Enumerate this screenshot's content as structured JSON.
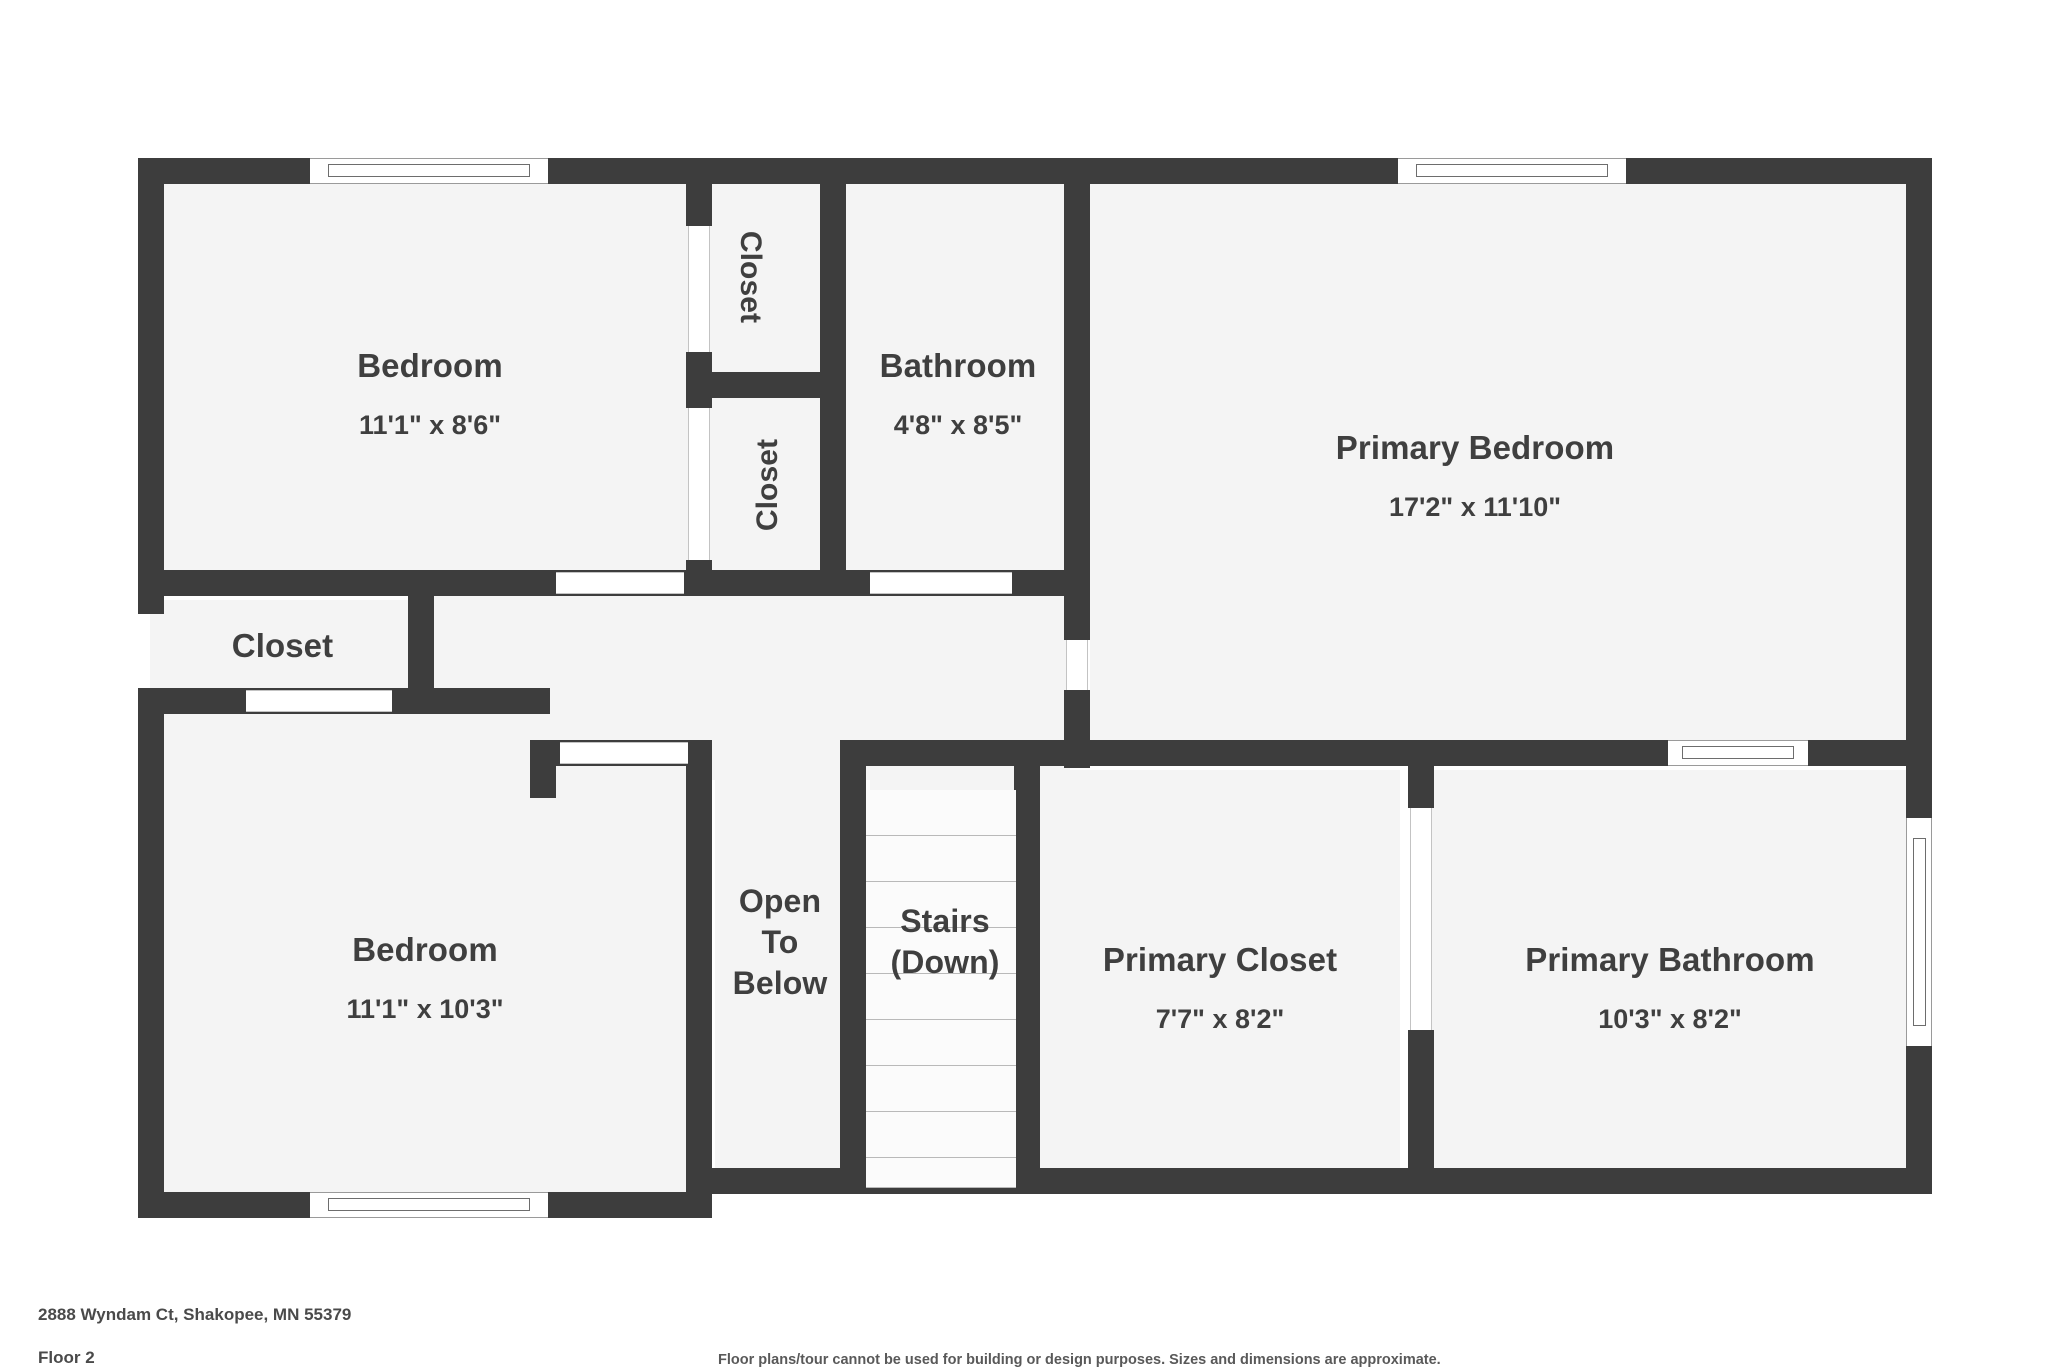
{
  "document": {
    "type": "floor-plan",
    "address": "2888 Wyndam Ct, Shakopee, MN 55379",
    "floor_label": "Floor 2",
    "disclaimer": "Floor plans/tour cannot be used for building or design purposes. Sizes and dimensions are approximate."
  },
  "colors": {
    "wall": "#3d3d3d",
    "room_fill": "#f4f4f4",
    "text": "#3f3f3f",
    "background": "#ffffff",
    "window": "#ffffff"
  },
  "rooms": [
    {
      "id": "bedroom_top_left",
      "name": "Bedroom",
      "dims": "11'1\" x 8'6\""
    },
    {
      "id": "closet_upper",
      "name": "Closet",
      "dims": ""
    },
    {
      "id": "closet_lower",
      "name": "Closet",
      "dims": ""
    },
    {
      "id": "bathroom",
      "name": "Bathroom",
      "dims": "4'8\" x 8'5\""
    },
    {
      "id": "primary_bedroom",
      "name": "Primary Bedroom",
      "dims": "17'2\" x 11'10\""
    },
    {
      "id": "closet_hall",
      "name": "Closet",
      "dims": ""
    },
    {
      "id": "bedroom_bottom_left",
      "name": "Bedroom",
      "dims": "11'1\" x 10'3\""
    },
    {
      "id": "open_to_below",
      "name": "Open\nTo\nBelow",
      "dims": ""
    },
    {
      "id": "stairs",
      "name": "Stairs\n(Down)",
      "dims": ""
    },
    {
      "id": "primary_closet",
      "name": "Primary Closet",
      "dims": "7'7\" x 8'2\""
    },
    {
      "id": "primary_bathroom",
      "name": "Primary Bathroom",
      "dims": "10'3\" x 8'2\""
    }
  ],
  "labels": {
    "bedroom_top_left_name": "Bedroom",
    "bedroom_top_left_dims": "11'1\" x 8'6\"",
    "closet_upper_name": "Closet",
    "closet_lower_name": "Closet",
    "bathroom_name": "Bathroom",
    "bathroom_dims": "4'8\" x 8'5\"",
    "primary_bedroom_name": "Primary Bedroom",
    "primary_bedroom_dims": "17'2\" x 11'10\"",
    "closet_hall_name": "Closet",
    "bedroom_bottom_left_name": "Bedroom",
    "bedroom_bottom_left_dims": "11'1\" x 10'3\"",
    "open_to_below_name": "Open\nTo\nBelow",
    "stairs_name": "Stairs\n(Down)",
    "primary_closet_name": "Primary Closet",
    "primary_closet_dims": "7'7\" x 8'2\"",
    "primary_bathroom_name": "Primary Bathroom",
    "primary_bathroom_dims": "10'3\" x 8'2\""
  },
  "stairs": {
    "tread_count": 9,
    "direction": "down"
  }
}
